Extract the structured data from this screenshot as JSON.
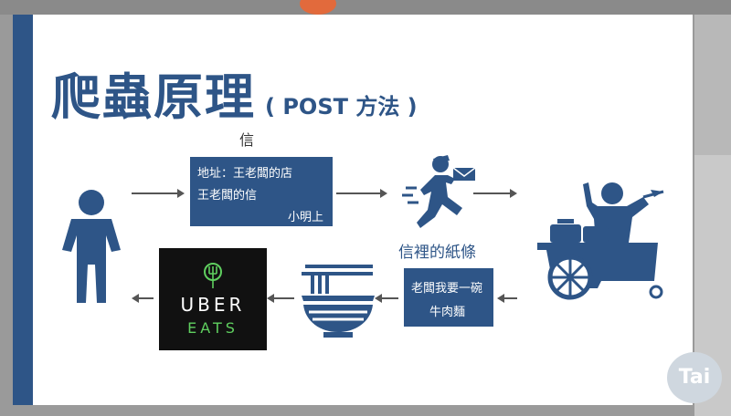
{
  "slide": {
    "title": "爬蟲原理",
    "subtitle": "( POST 方法 )",
    "letter_caption": "信",
    "letter": {
      "line1": "地址：王老闆的店",
      "line2": "王老闆的信",
      "line3": "小明上"
    },
    "note_caption": "信裡的紙條",
    "note": {
      "line1": "老闆我要一碗",
      "line2": "牛肉麵"
    },
    "uber": {
      "line1": "UBER",
      "line2": "EATS"
    }
  },
  "colors": {
    "accent": "#2e5587",
    "uber_bg": "#111111",
    "uber_green": "#5fcf5f"
  },
  "watermark": "Tai"
}
